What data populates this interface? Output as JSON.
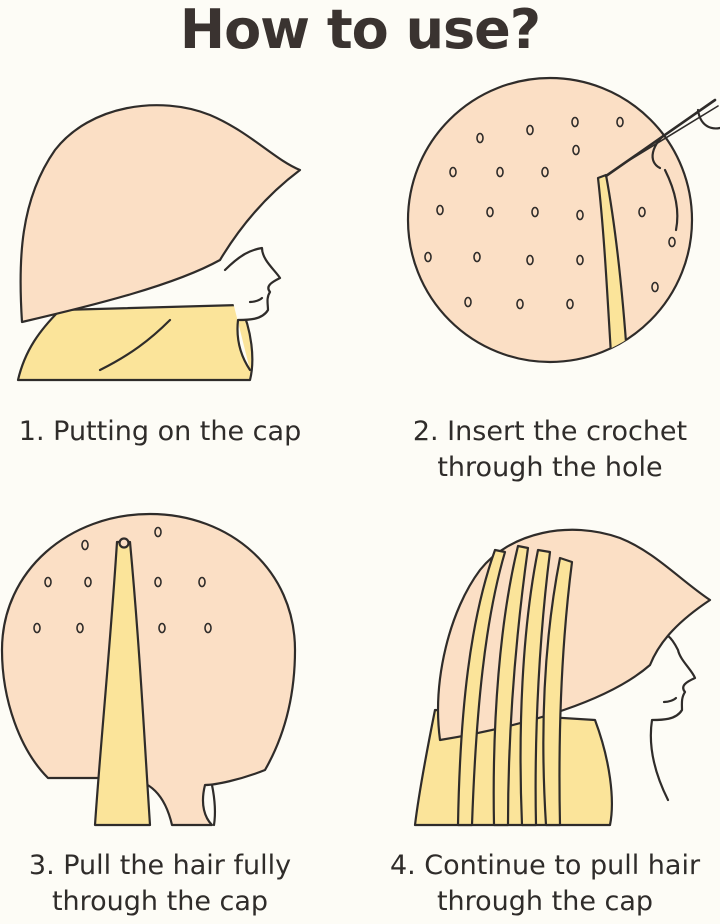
{
  "title": "How to use?",
  "colors": {
    "background": "#fdfcf6",
    "cap": "#fbdfc5",
    "hair": "#fbe49a",
    "outline": "#2f2c2a"
  },
  "steps": [
    {
      "line1": "1. Putting on the cap",
      "line2": "",
      "illustration": "head-with-cap-icon"
    },
    {
      "line1": "2. Insert the crochet",
      "line2": "through the hole",
      "illustration": "crochet-hook-icon"
    },
    {
      "line1": "3. Pull the hair fully",
      "line2": "through the cap",
      "illustration": "hair-strand-icon"
    },
    {
      "line1": "4. Continue to pull hair",
      "line2": "through the cap",
      "illustration": "head-with-hair-icon"
    }
  ]
}
